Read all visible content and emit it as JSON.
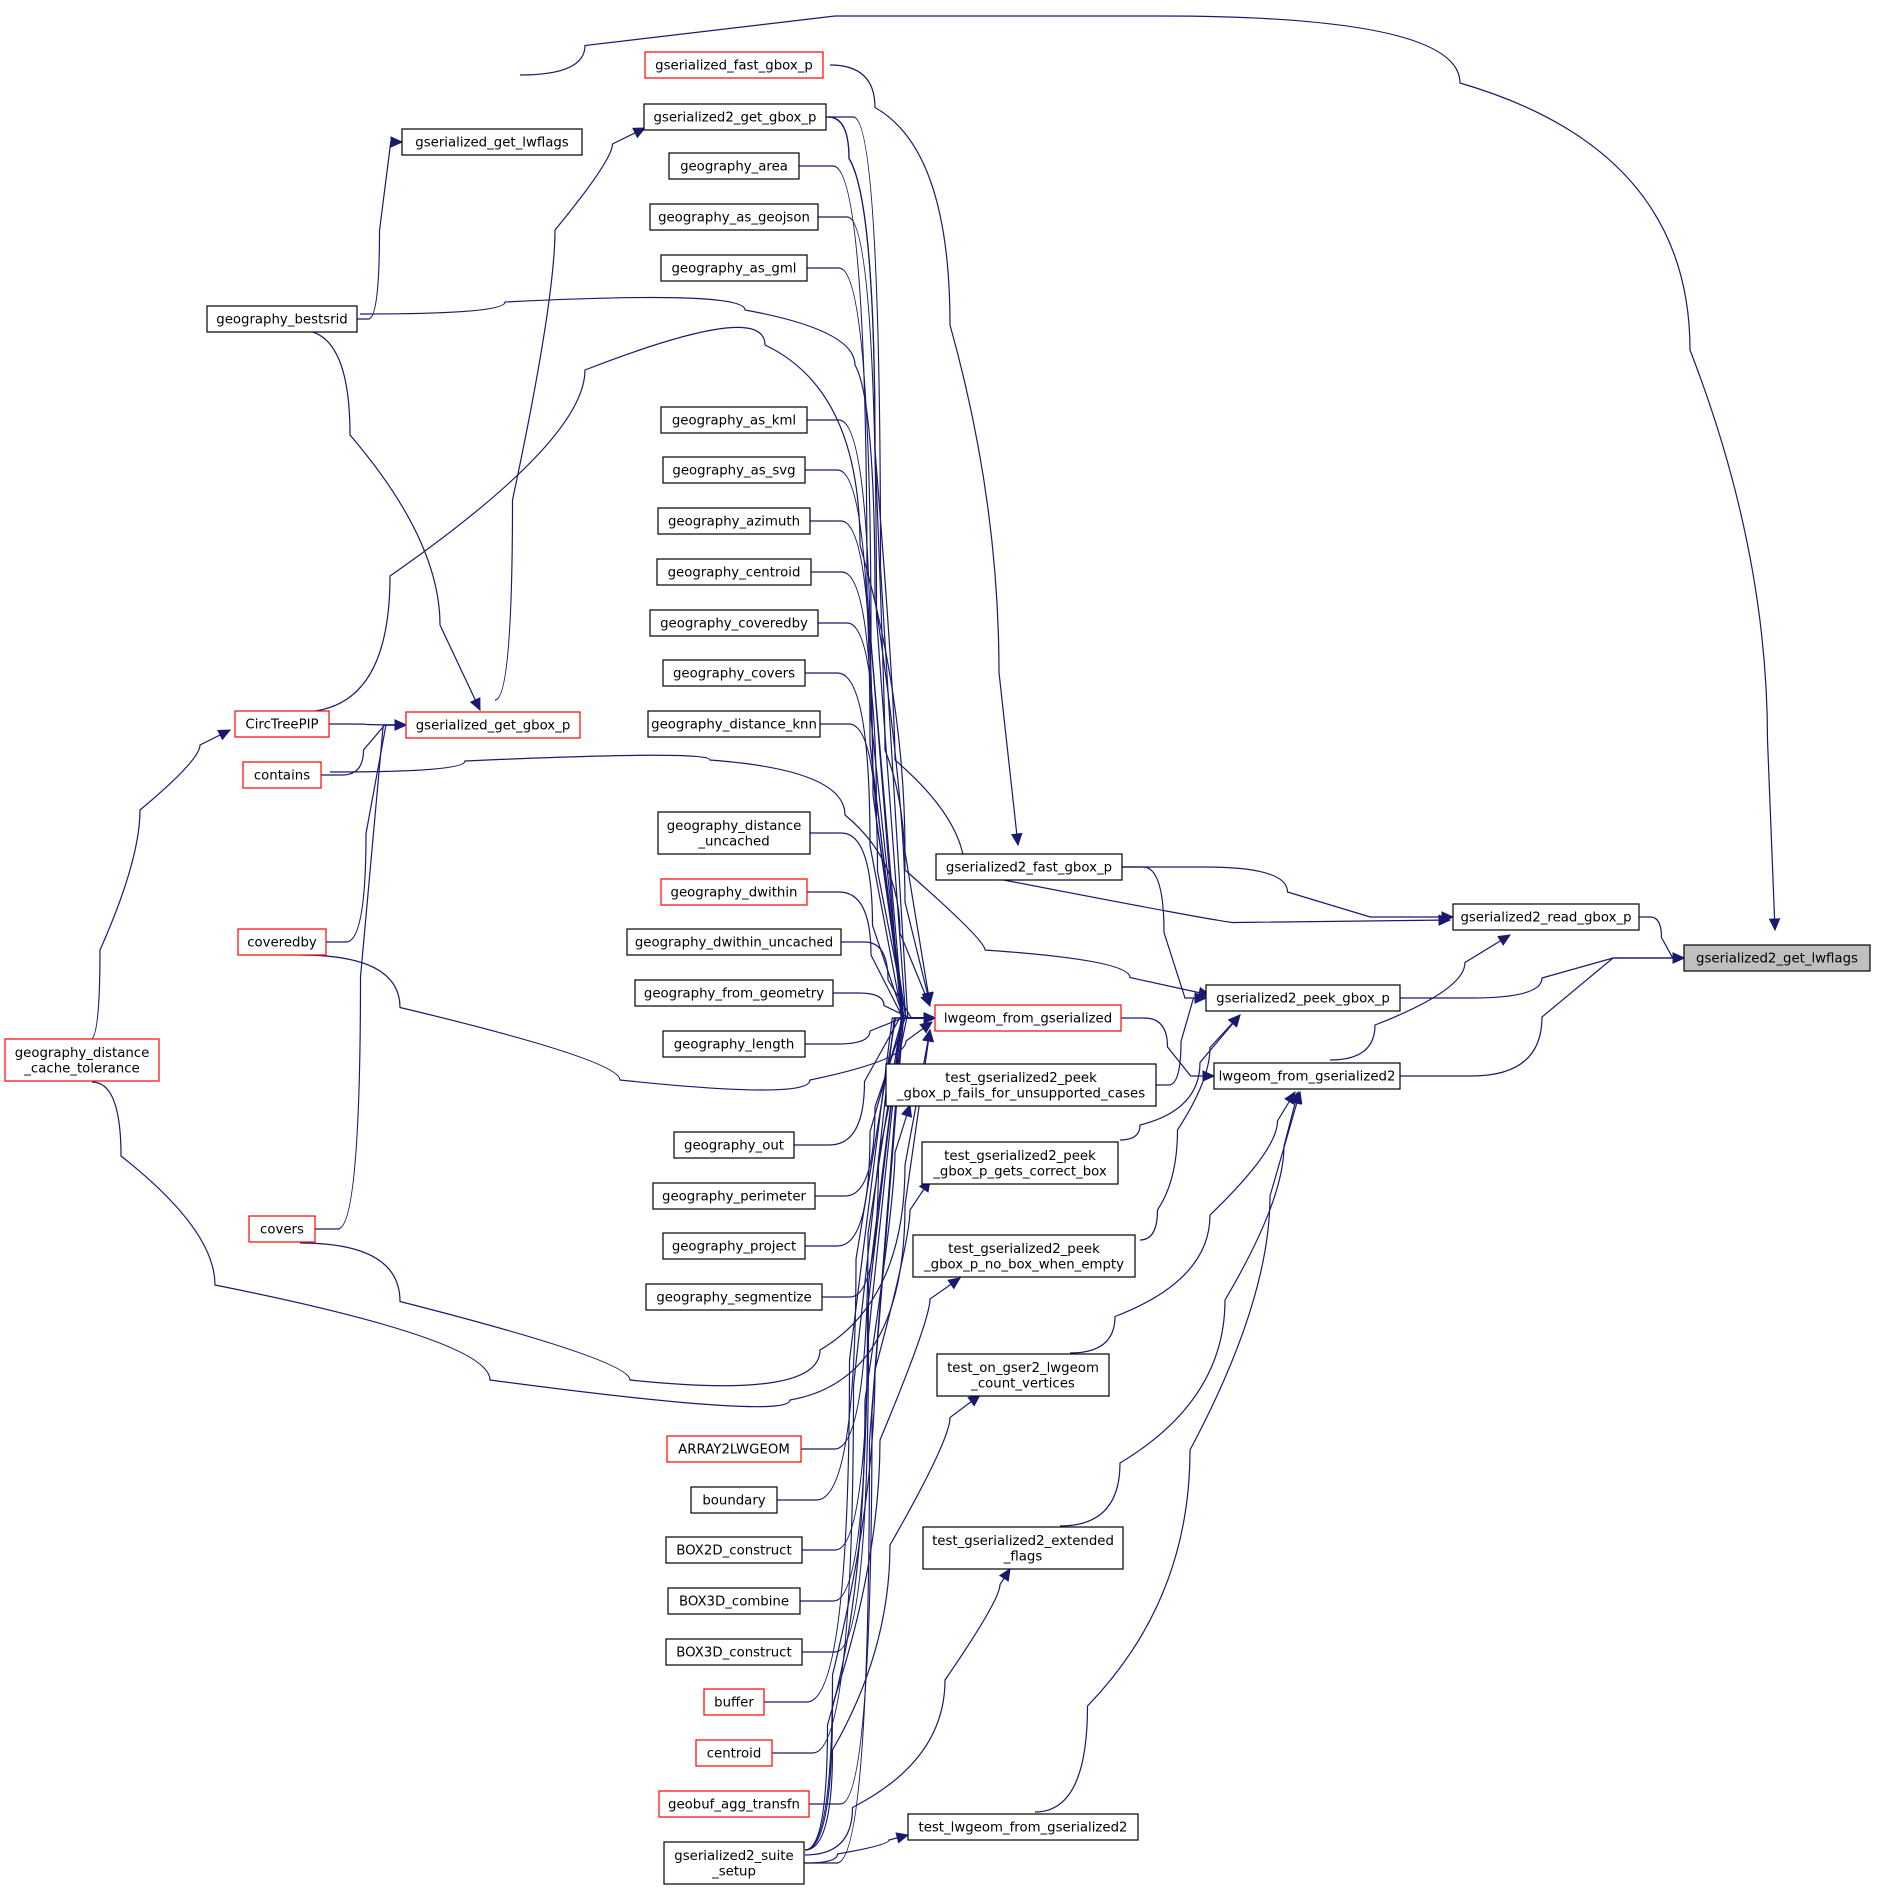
{
  "colors": {
    "edge": "#191970",
    "node_border": "#000000",
    "node_border_incomplete": "#ff0000",
    "root_fill": "#bfbfbf",
    "background": "#ffffff"
  },
  "nodes": [
    {
      "id": "root",
      "lines": [
        "gserialized2_get_lwflags"
      ],
      "style": "root"
    },
    {
      "id": "read_gbox",
      "lines": [
        "gserialized2_read_gbox_p"
      ],
      "style": "normal"
    },
    {
      "id": "peek_gbox",
      "lines": [
        "gserialized2_peek_gbox_p"
      ],
      "style": "normal"
    },
    {
      "id": "lwgeom_fg2",
      "lines": [
        "lwgeom_from_gserialized2"
      ],
      "style": "normal"
    },
    {
      "id": "get_lwflags",
      "lines": [
        "gserialized_get_lwflags"
      ],
      "style": "normal"
    },
    {
      "id": "fast_gbox2",
      "lines": [
        "gserialized2_fast_gbox_p"
      ],
      "style": "normal"
    },
    {
      "id": "get_gbox2",
      "lines": [
        "gserialized2_get_gbox_p"
      ],
      "style": "normal"
    },
    {
      "id": "lwgeom_fg",
      "lines": [
        "lwgeom_from_gserialized"
      ],
      "style": "red"
    },
    {
      "id": "test_peek_fail",
      "lines": [
        "test_gserialized2_peek",
        "_gbox_p_fails_for_unsupported_cases"
      ],
      "style": "normal"
    },
    {
      "id": "test_peek_correct",
      "lines": [
        "test_gserialized2_peek",
        "_gbox_p_gets_correct_box"
      ],
      "style": "normal"
    },
    {
      "id": "test_peek_empty",
      "lines": [
        "test_gserialized2_peek",
        "_gbox_p_no_box_when_empty"
      ],
      "style": "normal"
    },
    {
      "id": "test_count",
      "lines": [
        "test_on_gser2_lwgeom",
        "_count_vertices"
      ],
      "style": "normal"
    },
    {
      "id": "test_ext",
      "lines": [
        "test_gserialized2_extended",
        "_flags"
      ],
      "style": "normal"
    },
    {
      "id": "test_lwfg2",
      "lines": [
        "test_lwgeom_from_gserialized2"
      ],
      "style": "normal"
    },
    {
      "id": "suite_setup",
      "lines": [
        "gserialized2_suite",
        "_setup"
      ],
      "style": "normal"
    },
    {
      "id": "bestsrid",
      "lines": [
        "geography_bestsrid"
      ],
      "style": "normal"
    },
    {
      "id": "fast_gbox",
      "lines": [
        "gserialized_fast_gbox_p"
      ],
      "style": "red"
    },
    {
      "id": "get_gbox",
      "lines": [
        "gserialized_get_gbox_p"
      ],
      "style": "red"
    },
    {
      "id": "circtree",
      "lines": [
        "CircTreePIP"
      ],
      "style": "red"
    },
    {
      "id": "contains",
      "lines": [
        "contains"
      ],
      "style": "red"
    },
    {
      "id": "coveredby",
      "lines": [
        "coveredby"
      ],
      "style": "red"
    },
    {
      "id": "covers",
      "lines": [
        "covers"
      ],
      "style": "red"
    },
    {
      "id": "dist_cache",
      "lines": [
        "geography_distance",
        "_cache_tolerance"
      ],
      "style": "red"
    },
    {
      "id": "g_area",
      "lines": [
        "geography_area"
      ],
      "style": "normal"
    },
    {
      "id": "g_geojson",
      "lines": [
        "geography_as_geojson"
      ],
      "style": "normal"
    },
    {
      "id": "g_gml",
      "lines": [
        "geography_as_gml"
      ],
      "style": "normal"
    },
    {
      "id": "g_kml",
      "lines": [
        "geography_as_kml"
      ],
      "style": "normal"
    },
    {
      "id": "g_svg",
      "lines": [
        "geography_as_svg"
      ],
      "style": "normal"
    },
    {
      "id": "g_azimuth",
      "lines": [
        "geography_azimuth"
      ],
      "style": "normal"
    },
    {
      "id": "g_centroid",
      "lines": [
        "geography_centroid"
      ],
      "style": "normal"
    },
    {
      "id": "g_coveredby",
      "lines": [
        "geography_coveredby"
      ],
      "style": "normal"
    },
    {
      "id": "g_covers",
      "lines": [
        "geography_covers"
      ],
      "style": "normal"
    },
    {
      "id": "g_knn",
      "lines": [
        "geography_distance_knn"
      ],
      "style": "normal"
    },
    {
      "id": "g_dist_unc",
      "lines": [
        "geography_distance",
        "_uncached"
      ],
      "style": "normal"
    },
    {
      "id": "g_dwithin",
      "lines": [
        "geography_dwithin"
      ],
      "style": "red"
    },
    {
      "id": "g_dwithin_unc",
      "lines": [
        "geography_dwithin_uncached"
      ],
      "style": "normal"
    },
    {
      "id": "g_from_geom",
      "lines": [
        "geography_from_geometry"
      ],
      "style": "normal"
    },
    {
      "id": "g_length",
      "lines": [
        "geography_length"
      ],
      "style": "normal"
    },
    {
      "id": "g_out",
      "lines": [
        "geography_out"
      ],
      "style": "normal"
    },
    {
      "id": "g_perimeter",
      "lines": [
        "geography_perimeter"
      ],
      "style": "normal"
    },
    {
      "id": "g_project",
      "lines": [
        "geography_project"
      ],
      "style": "normal"
    },
    {
      "id": "g_segmentize",
      "lines": [
        "geography_segmentize"
      ],
      "style": "normal"
    },
    {
      "id": "array2lwgeom",
      "lines": [
        "ARRAY2LWGEOM"
      ],
      "style": "red"
    },
    {
      "id": "boundary",
      "lines": [
        "boundary"
      ],
      "style": "normal"
    },
    {
      "id": "box2d_con",
      "lines": [
        "BOX2D_construct"
      ],
      "style": "normal"
    },
    {
      "id": "box3d_comb",
      "lines": [
        "BOX3D_combine"
      ],
      "style": "normal"
    },
    {
      "id": "box3d_con",
      "lines": [
        "BOX3D_construct"
      ],
      "style": "normal"
    },
    {
      "id": "buffer",
      "lines": [
        "buffer"
      ],
      "style": "red"
    },
    {
      "id": "centroid",
      "lines": [
        "centroid"
      ],
      "style": "red"
    },
    {
      "id": "geobuf",
      "lines": [
        "geobuf_agg_transfn"
      ],
      "style": "red"
    }
  ],
  "edges": [
    {
      "from": "read_gbox",
      "to": "root"
    },
    {
      "from": "peek_gbox",
      "to": "root"
    },
    {
      "from": "lwgeom_fg2",
      "to": "root"
    },
    {
      "from": "get_lwflags",
      "to": "root"
    },
    {
      "from": "fast_gbox2",
      "to": "read_gbox"
    },
    {
      "from": "get_gbox2",
      "to": "read_gbox"
    },
    {
      "from": "lwgeom_fg2",
      "to": "read_gbox"
    },
    {
      "from": "fast_gbox2",
      "to": "peek_gbox"
    },
    {
      "from": "get_gbox2",
      "to": "peek_gbox"
    },
    {
      "from": "test_peek_fail",
      "to": "peek_gbox"
    },
    {
      "from": "test_peek_correct",
      "to": "peek_gbox"
    },
    {
      "from": "test_peek_empty",
      "to": "peek_gbox"
    },
    {
      "from": "lwgeom_fg",
      "to": "lwgeom_fg2"
    },
    {
      "from": "test_count",
      "to": "lwgeom_fg2"
    },
    {
      "from": "test_ext",
      "to": "lwgeom_fg2"
    },
    {
      "from": "test_lwfg2",
      "to": "lwgeom_fg2"
    },
    {
      "from": "bestsrid",
      "to": "get_lwflags"
    },
    {
      "from": "fast_gbox",
      "to": "fast_gbox2"
    },
    {
      "from": "get_gbox",
      "to": "get_gbox2"
    },
    {
      "from": "bestsrid",
      "to": "get_gbox"
    },
    {
      "from": "circtree",
      "to": "get_gbox"
    },
    {
      "from": "contains",
      "to": "get_gbox"
    },
    {
      "from": "coveredby",
      "to": "get_gbox"
    },
    {
      "from": "covers",
      "to": "get_gbox"
    },
    {
      "from": "dist_cache",
      "to": "circtree"
    },
    {
      "from": "get_gbox2",
      "to": "lwgeom_fg"
    },
    {
      "from": "g_area",
      "to": "lwgeom_fg"
    },
    {
      "from": "g_geojson",
      "to": "lwgeom_fg"
    },
    {
      "from": "g_gml",
      "to": "lwgeom_fg"
    },
    {
      "from": "bestsrid",
      "to": "lwgeom_fg"
    },
    {
      "from": "circtree",
      "to": "lwgeom_fg"
    },
    {
      "from": "g_kml",
      "to": "lwgeom_fg"
    },
    {
      "from": "g_svg",
      "to": "lwgeom_fg"
    },
    {
      "from": "g_azimuth",
      "to": "lwgeom_fg"
    },
    {
      "from": "g_centroid",
      "to": "lwgeom_fg"
    },
    {
      "from": "g_coveredby",
      "to": "lwgeom_fg"
    },
    {
      "from": "g_covers",
      "to": "lwgeom_fg"
    },
    {
      "from": "g_knn",
      "to": "lwgeom_fg"
    },
    {
      "from": "contains",
      "to": "lwgeom_fg"
    },
    {
      "from": "g_dist_unc",
      "to": "lwgeom_fg"
    },
    {
      "from": "g_dwithin",
      "to": "lwgeom_fg"
    },
    {
      "from": "g_dwithin_unc",
      "to": "lwgeom_fg"
    },
    {
      "from": "g_from_geom",
      "to": "lwgeom_fg"
    },
    {
      "from": "g_length",
      "to": "lwgeom_fg"
    },
    {
      "from": "coveredby",
      "to": "lwgeom_fg"
    },
    {
      "from": "g_out",
      "to": "lwgeom_fg"
    },
    {
      "from": "g_perimeter",
      "to": "lwgeom_fg"
    },
    {
      "from": "g_project",
      "to": "lwgeom_fg"
    },
    {
      "from": "g_segmentize",
      "to": "lwgeom_fg"
    },
    {
      "from": "covers",
      "to": "lwgeom_fg"
    },
    {
      "from": "dist_cache",
      "to": "lwgeom_fg"
    },
    {
      "from": "array2lwgeom",
      "to": "lwgeom_fg"
    },
    {
      "from": "boundary",
      "to": "lwgeom_fg"
    },
    {
      "from": "box2d_con",
      "to": "lwgeom_fg"
    },
    {
      "from": "box3d_comb",
      "to": "lwgeom_fg"
    },
    {
      "from": "box3d_con",
      "to": "lwgeom_fg"
    },
    {
      "from": "buffer",
      "to": "lwgeom_fg"
    },
    {
      "from": "centroid",
      "to": "lwgeom_fg"
    },
    {
      "from": "geobuf",
      "to": "lwgeom_fg"
    },
    {
      "from": "suite_setup",
      "to": "lwgeom_fg"
    },
    {
      "from": "suite_setup",
      "to": "test_peek_fail"
    },
    {
      "from": "suite_setup",
      "to": "test_peek_correct"
    },
    {
      "from": "suite_setup",
      "to": "test_peek_empty"
    },
    {
      "from": "suite_setup",
      "to": "test_count"
    },
    {
      "from": "suite_setup",
      "to": "test_ext"
    },
    {
      "from": "suite_setup",
      "to": "test_lwfg2"
    }
  ]
}
